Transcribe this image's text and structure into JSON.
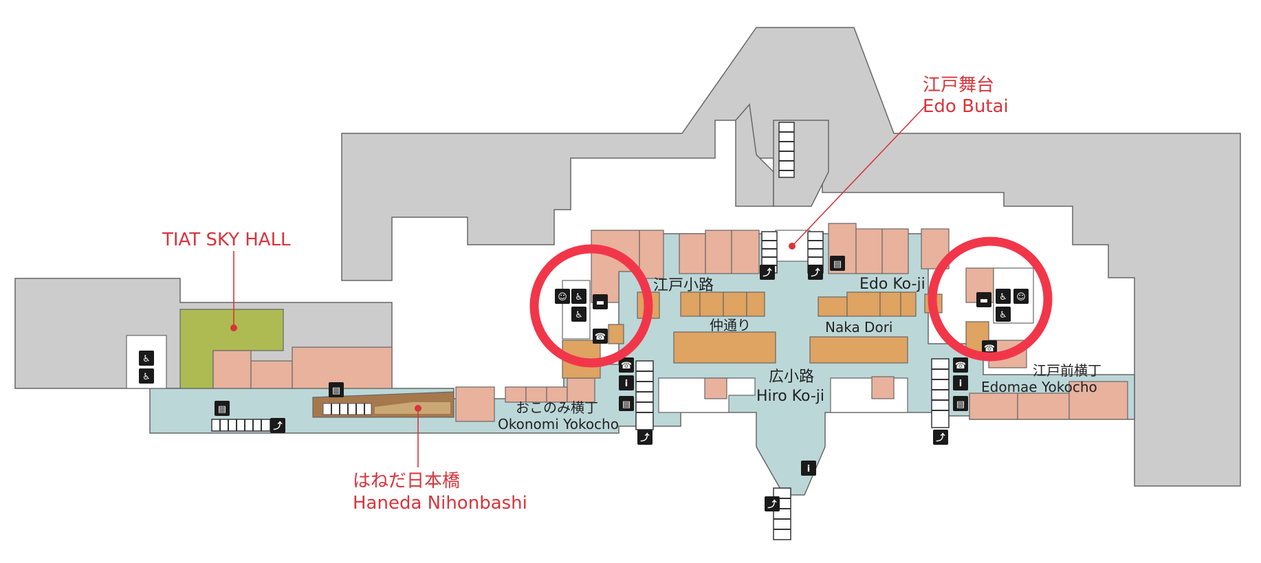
{
  "labels": {
    "edo_butai_jp": "江戸舞台",
    "edo_butai_en": "Edo Butai",
    "tiat_sky_hall": "TIAT SKY HALL",
    "edo_koji_jp": "江戸小路",
    "edo_koji_en": "Edo Ko-ji",
    "naka_dori_jp": "仲通り",
    "naka_dori_en": "Naka Dori",
    "hiro_koji_jp": "広小路",
    "hiro_koji_en": "Hiro Ko-ji",
    "okonomi_jp": "おこのみ横丁",
    "okonomi_en": "Okonomi Yokocho",
    "edomae_jp": "江戸前横丁",
    "edomae_en": "Edomae Yokocho",
    "haneda_jp": "はねだ日本橋",
    "haneda_en": "Haneda Nihonbashi"
  },
  "icons": {
    "restroom": "restroom-icon",
    "accessible": "wheelchair-icon",
    "elevator": "elevator-icon",
    "escalator": "escalator-icon",
    "phone": "phone-icon",
    "info": "information-icon",
    "baby": "baby-room-icon",
    "smoking": "smoking-icon"
  },
  "colors": {
    "highlight_ring": "#f2364a",
    "label_red": "#d8343a",
    "corridor": "#bcd7d8",
    "shop": "#e8b29d",
    "restaurant": "#dfa362",
    "hall": "#adbb52",
    "background_area": "#cccccc"
  }
}
